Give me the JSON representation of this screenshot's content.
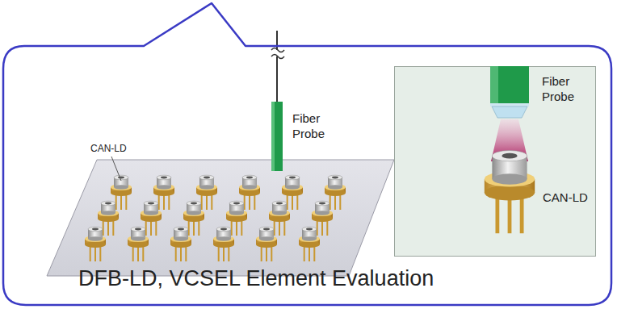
{
  "diagram": {
    "nodes": [
      {
        "text": [
          "DFB-LD, VCSEL Element Evaluation"
        ]
      },
      {
        "text": [
          "Fiber Probe",
          "CAN-LD"
        ],
        "in": 0
      }
    ],
    "labels": [
      "CAN-LD",
      "Fiber Probe"
    ]
  }
}
